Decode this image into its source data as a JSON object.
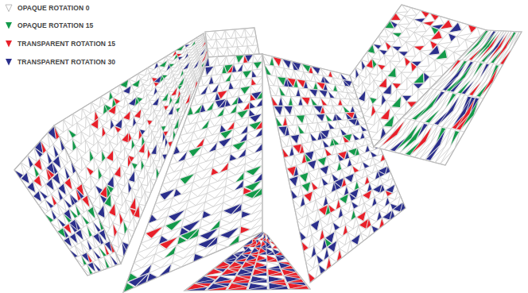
{
  "diagram": {
    "legend": [
      {
        "text": "OPAQUE ROTATION 0"
      },
      {
        "text": "OPAQUE ROTATION 15",
        "color": "#139a4a"
      },
      {
        "text": "TRANSPARENT ROTATION 15",
        "color": "#e8202a"
      },
      {
        "text": "TRANSPARENT ROTATION 30",
        "color": "#2b2f8c"
      }
    ]
  }
}
